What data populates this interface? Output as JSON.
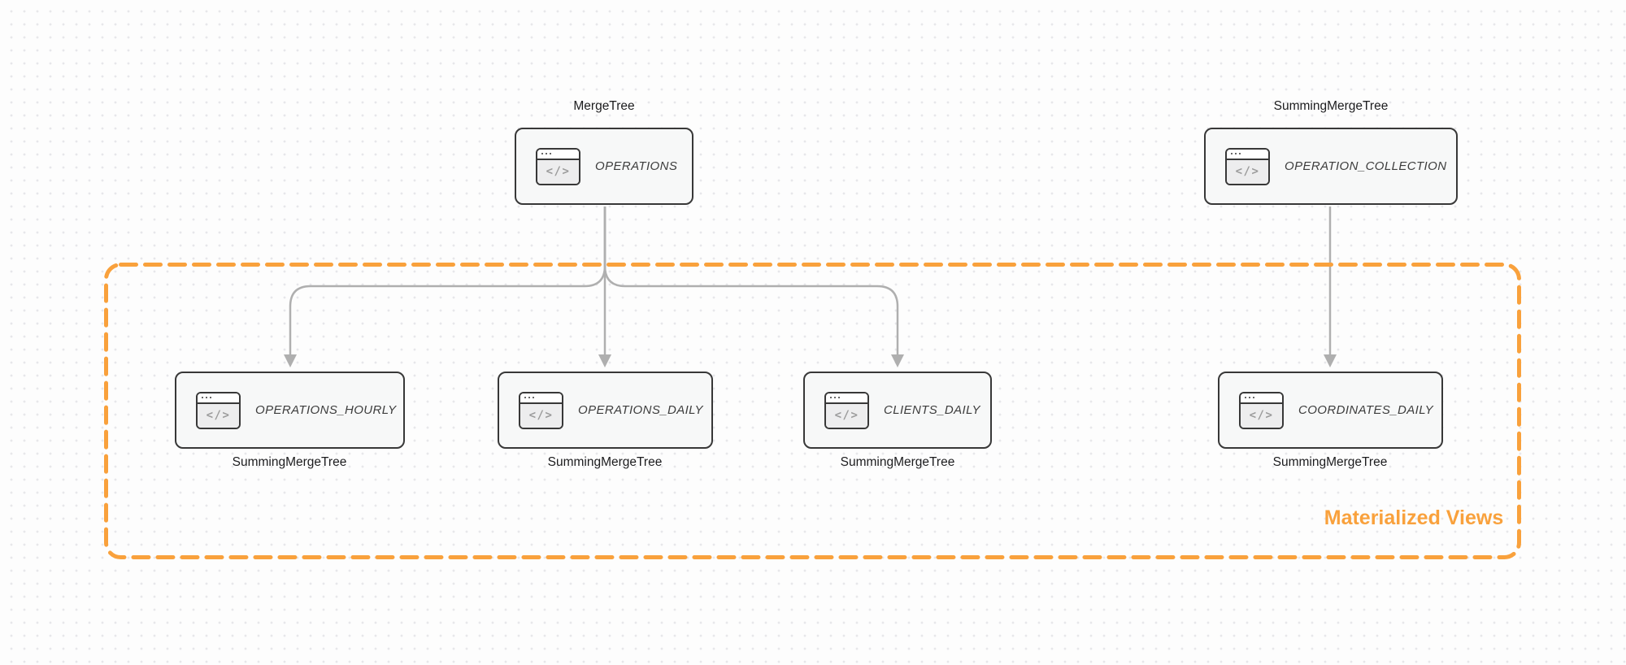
{
  "diagram": {
    "group_label": "Materialized Views",
    "code_glyph": "</>",
    "nodes": [
      {
        "id": "operations",
        "title": "OPERATIONS",
        "engine": "MergeTree",
        "engine_label_position": "top"
      },
      {
        "id": "operation_collection",
        "title": "OPERATION_COLLECTION",
        "engine": "SummingMergeTree",
        "engine_label_position": "top"
      },
      {
        "id": "operations_hourly",
        "title": "OPERATIONS_HOURLY",
        "engine": "SummingMergeTree",
        "engine_label_position": "bottom"
      },
      {
        "id": "operations_daily",
        "title": "OPERATIONS_DAILY",
        "engine": "SummingMergeTree",
        "engine_label_position": "bottom"
      },
      {
        "id": "clients_daily",
        "title": "CLIENTS_DAILY",
        "engine": "SummingMergeTree",
        "engine_label_position": "bottom"
      },
      {
        "id": "coordinates_daily",
        "title": "COORDINATES_DAILY",
        "engine": "SummingMergeTree",
        "engine_label_position": "bottom"
      }
    ],
    "edges": [
      {
        "from": "operations",
        "to": "operations_hourly"
      },
      {
        "from": "operations",
        "to": "operations_daily"
      },
      {
        "from": "operations",
        "to": "clients_daily"
      },
      {
        "from": "operation_collection",
        "to": "coordinates_daily"
      }
    ],
    "colors": {
      "accent_orange": "#F9A13C",
      "edge_gray": "#AFAFAF",
      "node_border": "#383838",
      "node_fill": "#F7F8F8",
      "title_text": "#3D3D3D",
      "engine_text": "#1C1C1E",
      "icon_glyph": "#9B9B9B",
      "background": "#FDFDFD",
      "dot_grid": "#E7E7EA"
    }
  }
}
